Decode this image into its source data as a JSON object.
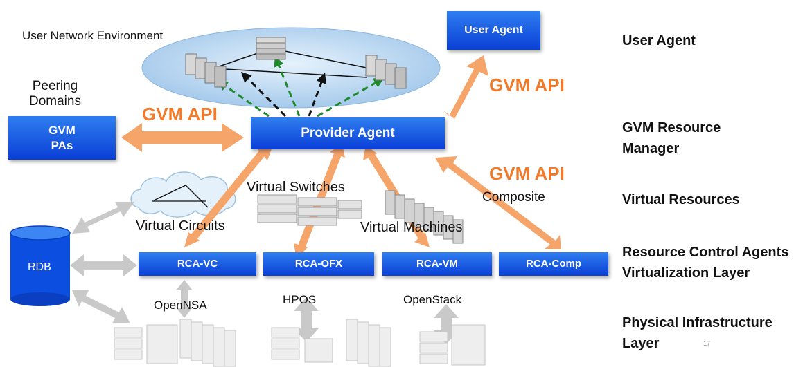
{
  "env_label": "User Network Environment",
  "peering_label": "Peering\nDomains",
  "boxes": {
    "user_agent": "User Agent",
    "provider_agent": "Provider Agent",
    "gvm_pas": "GVM\nPAs",
    "rca_vc": "RCA-VC",
    "rca_ofx": "RCA-OFX",
    "rca_vm": "RCA-VM",
    "rca_comp": "RCA-Comp",
    "rdb": "RDB"
  },
  "api_labels": [
    "GVM API",
    "GVM API",
    "GVM API"
  ],
  "resources": {
    "virtual_switches": "Virtual Switches",
    "composite": "Composite",
    "virtual_circuits": "Virtual Circuits",
    "virtual_machines": "Virtual Machines"
  },
  "infra": {
    "opennsa": "OpenNSA",
    "hpos": "HPOS",
    "openstack": "OpenStack"
  },
  "layers": {
    "user_agent": "User Agent",
    "gvm_rm": "GVM Resource\nManager",
    "virtual_resources": "Virtual Resources",
    "rca": "Resource Control Agents\nVirtualization Layer",
    "physical": "Physical Infrastructure\nLayer"
  },
  "page_number": "17",
  "colors": {
    "box_blue": "#0a3fd6",
    "arrow_orange": "#f5a46a",
    "api_orange": "#f07a2a",
    "gray_arrow": "#c9c9c9",
    "green_dash": "#1e8a2a",
    "ellipse_fill": "#b9d9f2"
  }
}
